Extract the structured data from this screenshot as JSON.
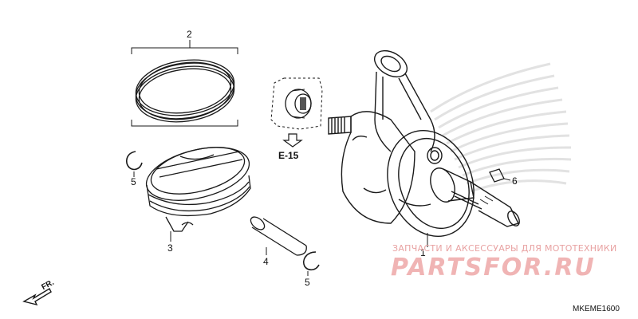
{
  "diagram": {
    "part_labels": {
      "piston_rings": "2",
      "piston": "3",
      "piston_pin": "4",
      "clip_left": "5",
      "clip_right": "5",
      "crankshaft": "1",
      "key": "6"
    },
    "reference": "E-15",
    "front_indicator": "FR.",
    "diagram_code": "MKEME1600"
  },
  "watermark": {
    "subtitle": "ЗАПЧАСТИ И АКСЕССУАРЫ ДЛЯ МОТОТЕХНИКИ",
    "brand": "PARTSFOR.RU"
  },
  "colors": {
    "line": "#1a1a1a",
    "wing_logo": "#e6e6e6",
    "watermark": "#f0b4b4"
  }
}
